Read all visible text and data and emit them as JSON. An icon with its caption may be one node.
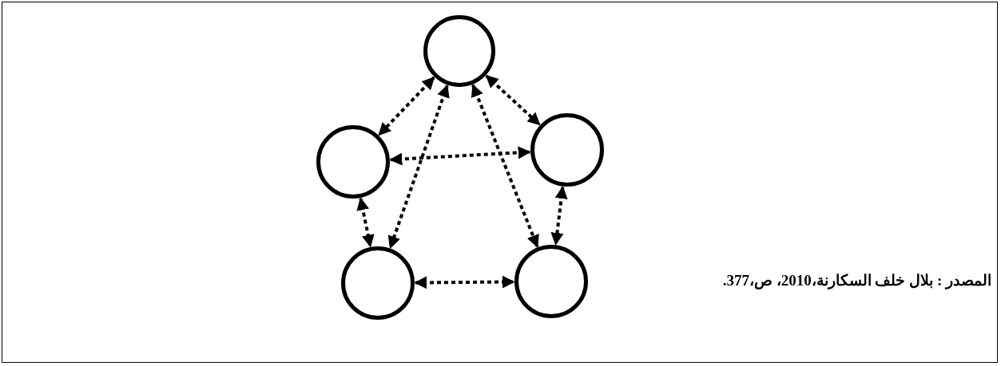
{
  "diagram": {
    "nodes": [
      {
        "text": [],
        "shape": "circle"
      },
      {
        "text": [],
        "shape": "circle"
      },
      {
        "text": [],
        "shape": "circle"
      },
      {
        "text": [],
        "shape": "circle"
      },
      {
        "text": [],
        "shape": "circle"
      }
    ],
    "edges": [
      {
        "from": 0,
        "to": 1,
        "arrow": "both",
        "style": "dashed"
      },
      {
        "from": 0,
        "to": 2,
        "arrow": "both",
        "style": "dashed"
      },
      {
        "from": 1,
        "to": 2,
        "arrow": "both",
        "style": "dashed"
      },
      {
        "from": 0,
        "to": 3,
        "arrow": "both",
        "style": "dashed"
      },
      {
        "from": 0,
        "to": 4,
        "arrow": "both",
        "style": "dashed"
      },
      {
        "from": 1,
        "to": 3,
        "arrow": "both",
        "style": "dashed"
      },
      {
        "from": 2,
        "to": 4,
        "arrow": "both",
        "style": "dashed"
      },
      {
        "from": 3,
        "to": 4,
        "arrow": "both",
        "style": "dashed"
      }
    ],
    "labels": [
      "المصدر : بلال خلف السكارنة،2010، ص،377."
    ]
  }
}
